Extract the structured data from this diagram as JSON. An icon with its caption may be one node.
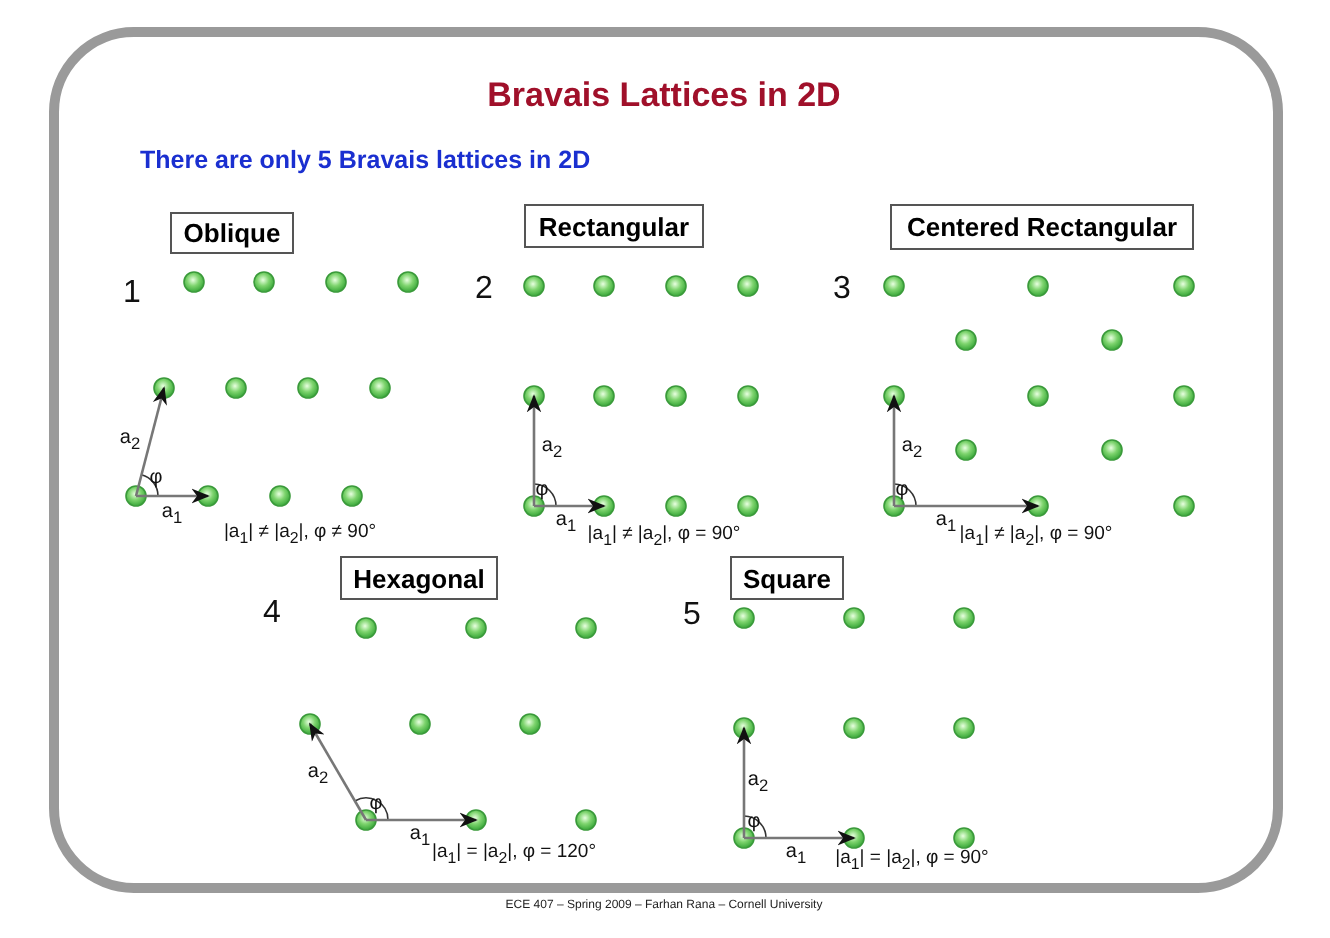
{
  "diagram": {
    "title": "Bravais Lattices in 2D",
    "caption": "ECE 407 – Spring 2009 – Farhan Rana – Cornell University",
    "nodes": [
      {
        "text": [
          "Oblique"
        ]
      },
      {
        "text": [
          "Rectangular"
        ]
      },
      {
        "text": [
          "Centered Rectangular"
        ]
      },
      {
        "text": [
          "Hexagonal"
        ]
      },
      {
        "text": [
          "Square"
        ]
      }
    ],
    "edges": [],
    "labels": [
      "There are only 5 Bravais lattices in 2D",
      "1",
      "a$_{2}$",
      "φ",
      "a$_{1}$",
      "|a$_{1}$| ≠ |a$_{2}$|, φ ≠ 90°",
      "2",
      "a$_{2}$",
      "φ",
      "a$_{1}$",
      "|a$_{1}$| ≠ |a$_{2}$|, φ = 90°",
      "3",
      "a$_{2}$",
      "φ",
      "a$_{1}$",
      "|a$_{1}$| ≠ |a$_{2}$|, φ = 90°",
      "4",
      "a$_{2}$",
      "φ",
      "a$_{1}$",
      "|a$_{1}$| = |a$_{2}$|, φ = 120°",
      "5",
      "a$_{2}$",
      "φ",
      "a$_{1}$",
      "|a$_{1}$| = |a$_{2}$|, φ = 90°"
    ]
  }
}
